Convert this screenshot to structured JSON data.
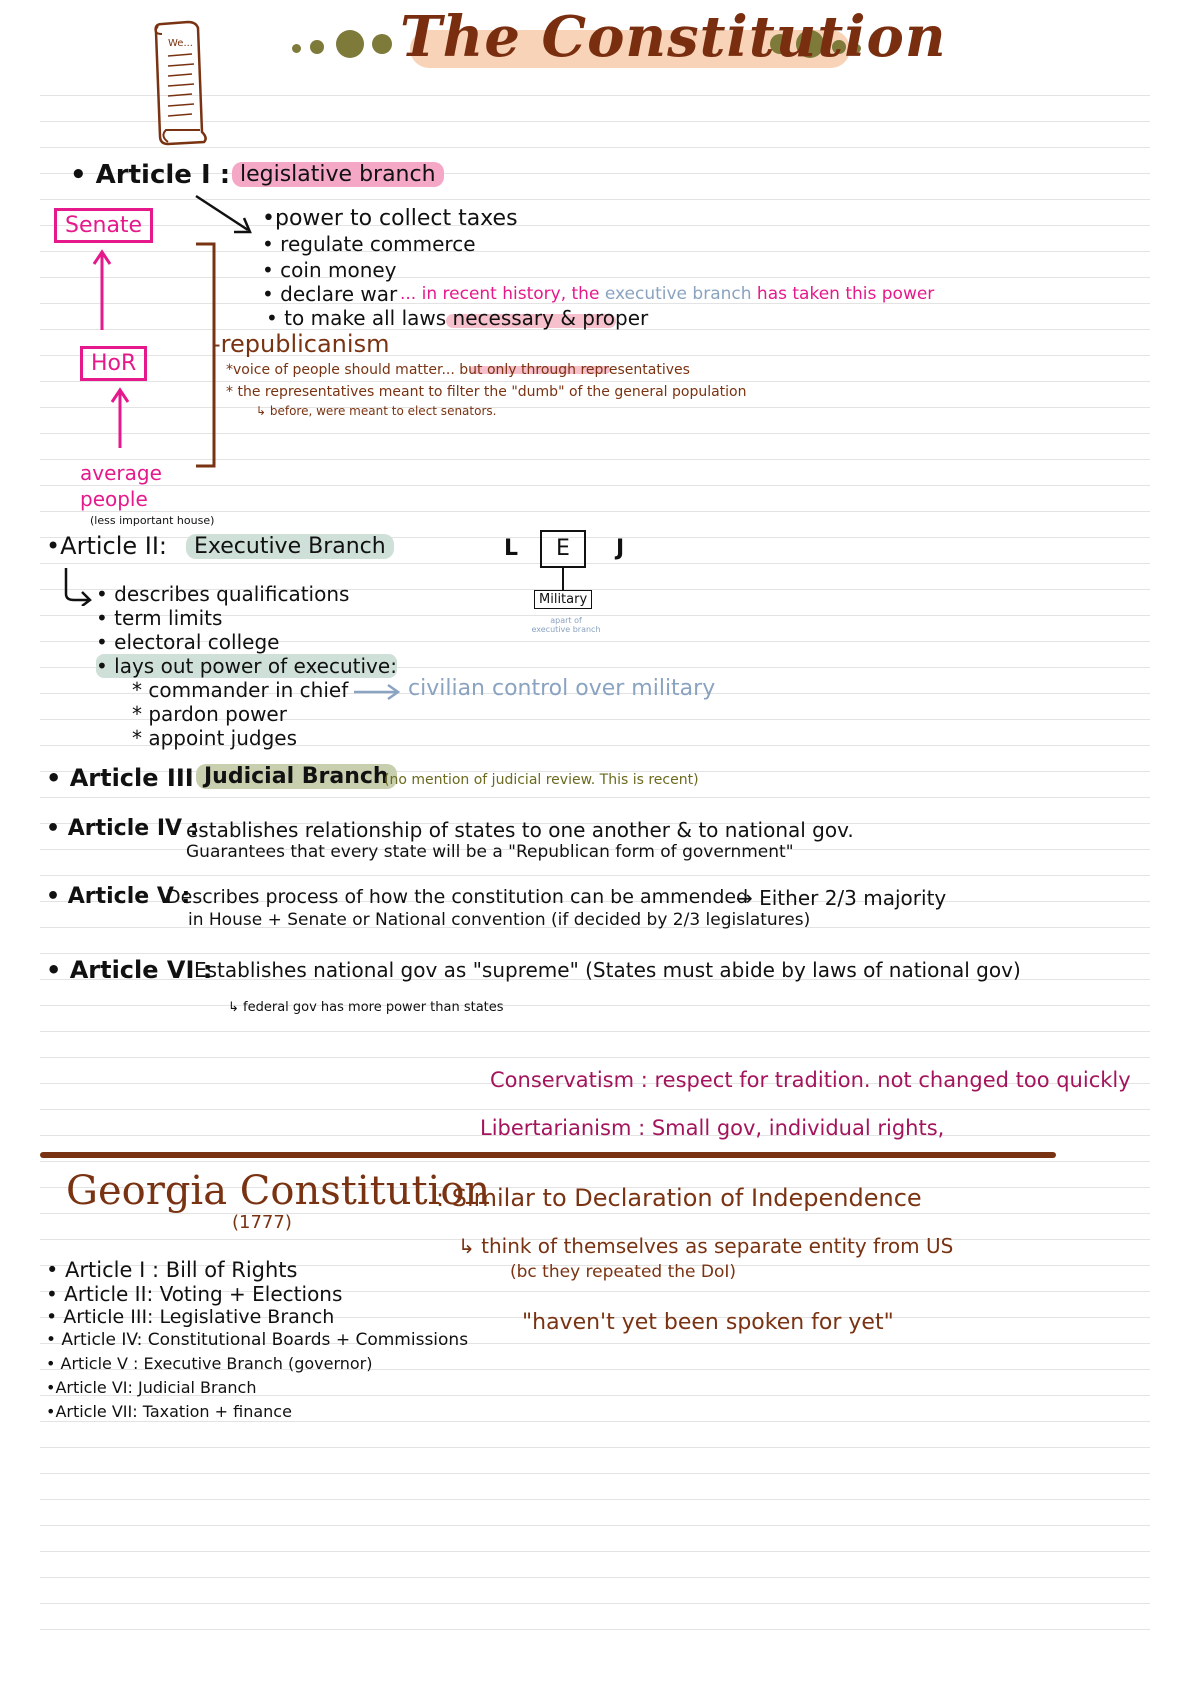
{
  "title": "The Constitution",
  "article1": {
    "header": "• Article I :",
    "branch": "legislative branch",
    "powers": [
      "•power to collect taxes",
      "• regulate commerce",
      "• coin money",
      "• declare war",
      "• to make all laws necessary & proper"
    ],
    "war_note_1": "... in recent history, the ",
    "war_note_exec": "executive branch",
    "war_note_2": " has taken this power",
    "senate": "Senate",
    "hor": "HoR",
    "average_people": "average people",
    "less_important": "(less important house)",
    "republicanism": "-republicanism",
    "rep_note1": "*voice of people should matter... but only through representatives",
    "rep_note2": "* the representatives meant to filter the \"dumb\" of the general population",
    "rep_note3": "↳ before, were meant to elect senators."
  },
  "article2": {
    "header": "•Article II:",
    "branch": "Executive Branch",
    "items": [
      "• describes qualifications",
      "• term limits",
      "• electoral college",
      "• lays out power of executive:"
    ],
    "subitems": [
      "* commander in chief",
      "* pardon power",
      "* appoint judges"
    ],
    "civilian": "civilian control over military",
    "lej_l": "L",
    "lej_e": "E",
    "lej_j": "J",
    "military": "Military",
    "military_note": "apart of executive branch"
  },
  "article3": {
    "header": "• Article III :",
    "branch": "Judicial Branch",
    "note": "(no mention of judicial review. This is recent)"
  },
  "article4": {
    "header": "• Article IV :",
    "line1": "establishes relationship of states to one another & to national gov.",
    "line2": "Guarantees that every state will be a \"Republican form of government\""
  },
  "article5": {
    "header": "• Article V :",
    "line1": "Describes process of how the constitution can be ammended",
    "arrow": "→ Either 2/3 majority",
    "line2": "in House + Senate or National convention (if decided by 2/3 legislatures)"
  },
  "article6": {
    "header": "• Article VI :",
    "line1": "Establishes national gov as \"supreme\" (States must abide by laws of national gov)",
    "line2": "↳ federal gov has more power than states"
  },
  "definitions": {
    "conservatism": "Conservatism : respect for tradition. not changed too quickly",
    "libertarianism": "Libertarianism : Small gov, individual rights,"
  },
  "georgia": {
    "title": "Georgia Constitution",
    "year": "(1777)",
    "similar": ": Similar to Declaration of Independence",
    "note1": "↳ think of themselves as separate entity from US",
    "note2": "(bc they repeated the DoI)",
    "quote": "\"haven't yet been spoken for yet\"",
    "articles": [
      "• Article I : Bill of Rights",
      "• Article II: Voting + Elections",
      "• Article III: Legislative Branch",
      "• Article IV: Constitutional Boards + Commissions",
      "• Article V : Executive Branch (governor)",
      "•Article VI: Judicial Branch",
      "•Article VII: Taxation + finance"
    ]
  }
}
